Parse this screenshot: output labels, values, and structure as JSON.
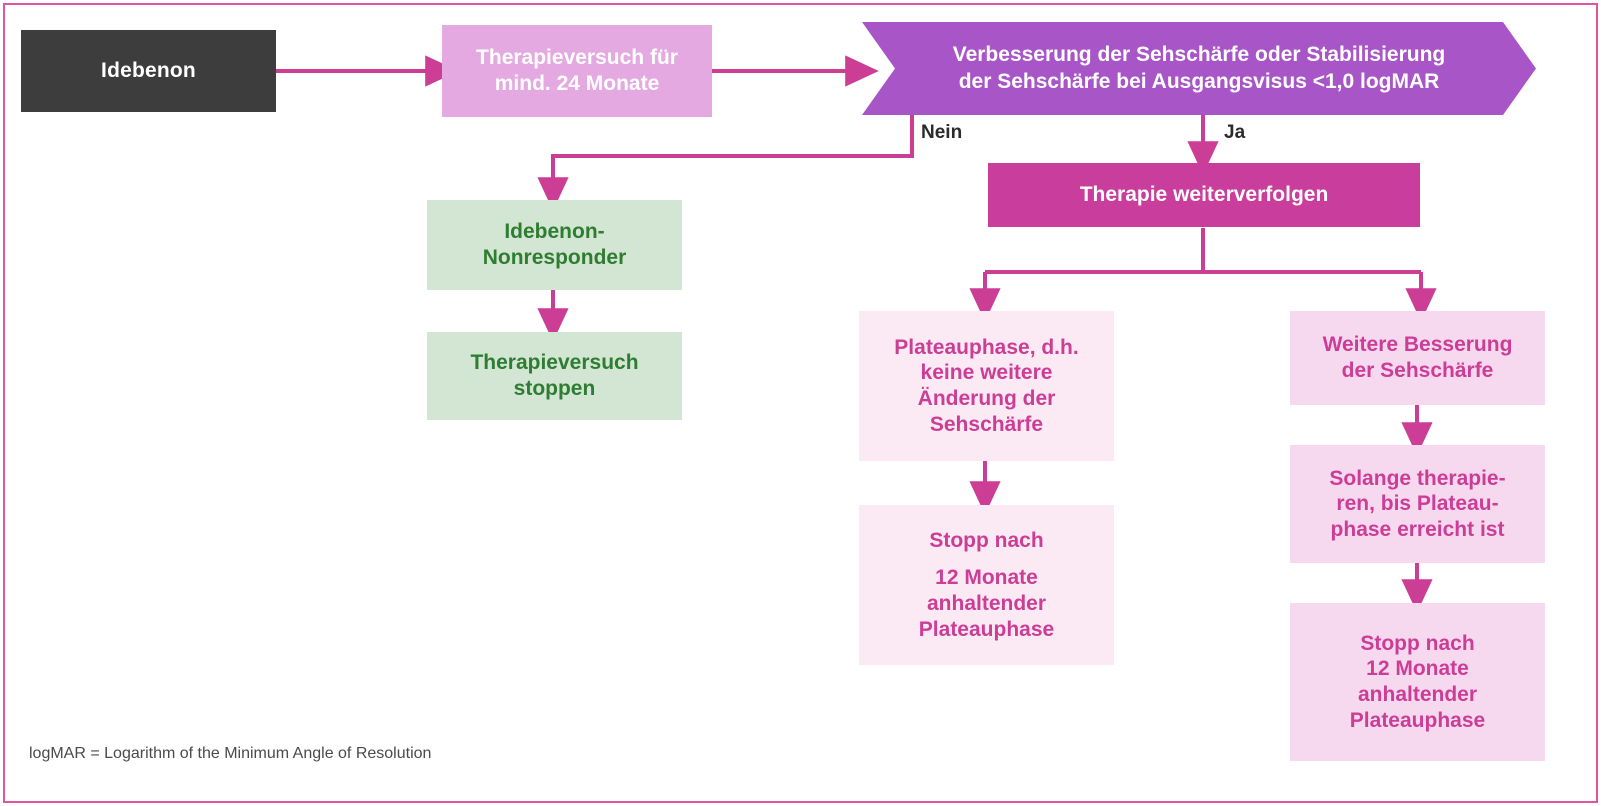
{
  "theme": {
    "frame_border": "#e0559f",
    "connector": "#cc3d96",
    "dark_box": "#3e3d3d",
    "orchid_light": "#e3a9e0",
    "orchid_mid": "#a855c8",
    "magenta": "#c93d9c",
    "green_box": "#d3e6d3",
    "green_text": "#2f7d32",
    "pink_light": "#fbeaf4",
    "pink_mid": "#f6d9ef",
    "pink_text": "#cc3d96"
  },
  "nodes": {
    "start": {
      "label": "Idebenon"
    },
    "trial": {
      "line1": "Therapieversuch für",
      "line2": "mind. 24 Monate"
    },
    "decision": {
      "line1": "Verbesserung der Sehschärfe oder Stabilisierung",
      "line2": "der Sehschärfe bei Ausgangsvisus <1,0 logMAR"
    },
    "nonresponder": {
      "line1": "Idebenon-",
      "line2": "Nonresponder"
    },
    "stop_trial": {
      "line1": "Therapieversuch",
      "line2": "stoppen"
    },
    "continue": {
      "label": "Therapie weiterverfolgen"
    },
    "plateau": {
      "line1": "Plateauphase, d.h.",
      "line2": "keine weitere",
      "line3": "Änderung der",
      "line4": "Sehschärfe"
    },
    "stop_left": {
      "line1": "Stopp nach",
      "line2": "12 Monate",
      "line3": "anhaltender",
      "line4": "Plateauphase"
    },
    "further_improve": {
      "line1": "Weitere Besserung",
      "line2": "der Sehschärfe"
    },
    "treat_until": {
      "line1": "Solange therapie-",
      "line2": "ren, bis Plateau-",
      "line3": "phase erreicht ist"
    },
    "stop_right": {
      "line1": "Stopp nach",
      "line2": "12 Monate",
      "line3": "anhaltender",
      "line4": "Plateauphase"
    }
  },
  "edge_labels": {
    "no": "Nein",
    "yes": "Ja"
  },
  "footnote": {
    "text": "logMAR = Logarithm of the Minimum Angle of Resolution"
  }
}
